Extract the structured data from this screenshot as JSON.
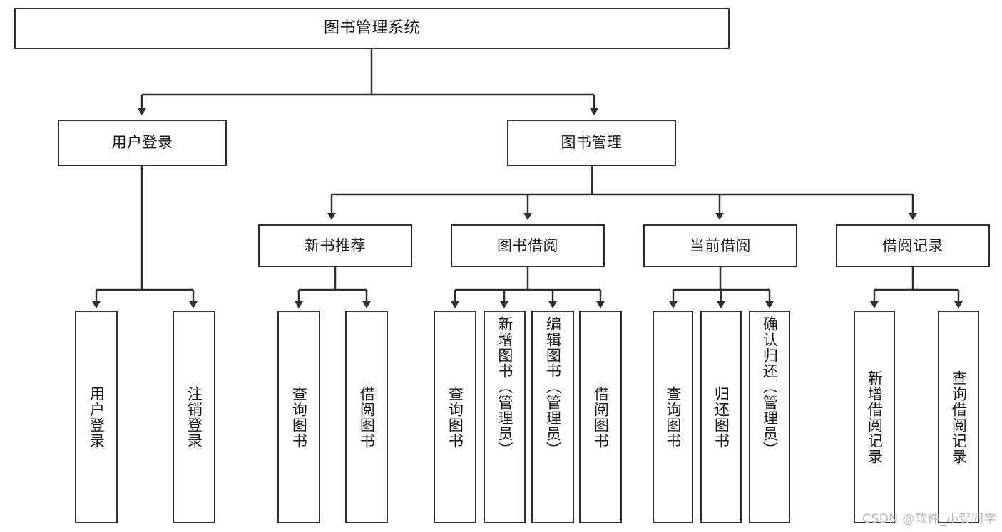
{
  "diagram": {
    "title_node": {
      "label": "图书管理系统"
    },
    "level2": [
      {
        "id": "user-login",
        "label": "用户登录"
      },
      {
        "id": "book-management",
        "label": "图书管理"
      }
    ],
    "level3": [
      {
        "id": "new-book-recommend",
        "label": "新书推荐"
      },
      {
        "id": "book-borrow",
        "label": "图书借阅"
      },
      {
        "id": "current-borrow",
        "label": "当前借阅"
      },
      {
        "id": "borrow-record",
        "label": "借阅记录"
      }
    ],
    "leaves": {
      "user_login": [
        {
          "id": "leaf-user-login",
          "label": "用户登录"
        },
        {
          "id": "leaf-logout-login",
          "label": "注销登录"
        }
      ],
      "new_book_recommend": [
        {
          "id": "leaf-query-book-1",
          "label": "查询图书"
        },
        {
          "id": "leaf-borrow-book-1",
          "label": "借阅图书"
        }
      ],
      "book_borrow": [
        {
          "id": "leaf-query-book-2",
          "label": "查询图书"
        },
        {
          "id": "leaf-add-book",
          "label": "新增图书（管理员）"
        },
        {
          "id": "leaf-edit-book",
          "label": "编辑图书（管理员）"
        },
        {
          "id": "leaf-borrow-book-2",
          "label": "借阅图书"
        }
      ],
      "current_borrow": [
        {
          "id": "leaf-query-book-3",
          "label": "查询图书"
        },
        {
          "id": "leaf-return-book",
          "label": "归还图书"
        },
        {
          "id": "leaf-confirm-return",
          "label": "确认归还（管理员）"
        }
      ],
      "borrow_record": [
        {
          "id": "leaf-add-record",
          "label": "新增借阅记录"
        },
        {
          "id": "leaf-query-record",
          "label": "查询借阅记录"
        }
      ]
    }
  },
  "watermark": {
    "text": "CSDN @软件_小贺同学"
  },
  "colors": {
    "stroke": "#2f2f2f",
    "fill": "#ffffff",
    "text": "#1b1b1b",
    "watermark": "#b9b9b9"
  }
}
